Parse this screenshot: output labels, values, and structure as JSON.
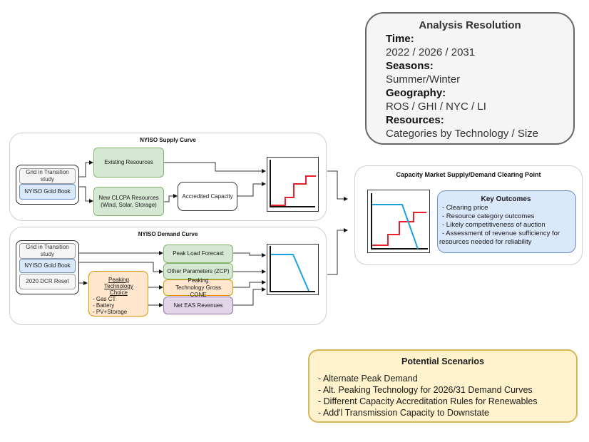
{
  "analysis_resolution": {
    "title": "Analysis Resolution",
    "items": [
      {
        "label": "Time:",
        "value": "2022 / 2026 / 2031"
      },
      {
        "label": "Seasons:",
        "value": "Summer/Winter"
      },
      {
        "label": "Geography:",
        "value": "ROS / GHI / NYC / LI"
      },
      {
        "label": "Resources:",
        "value": "Categories by Technology / Size"
      }
    ]
  },
  "supply_curve": {
    "title": "NYISO Supply Curve",
    "inputs": [
      "Grid in Transition study",
      "NYISO Gold Book"
    ],
    "existing_resources": "Existing Resources",
    "new_resources": "New CLCPA Resources (Wind, Solar, Storage)",
    "accredited_capacity": "Accredited Capacity",
    "curve": {
      "type": "step",
      "color": "#e8202a",
      "description": "upward-stepping supply curve"
    }
  },
  "demand_curve": {
    "title": "NYISO Demand Curve",
    "inputs": [
      "Grid in Transition study",
      "NYISO Gold Book",
      "2020 DCR Reset"
    ],
    "peaking_choice": {
      "title": "Peaking Technology Choice",
      "options": [
        "- Gas CT",
        "- Battery",
        "- PV+Storage"
      ]
    },
    "parameters": [
      "Peak Load Forecast",
      "Other Parameters (ZCP)",
      "Peaking Technology Gross CONE",
      "Net EAS Revenues"
    ],
    "curve": {
      "type": "sloped",
      "color": "#1ba1e2",
      "description": "flat then downward-sloping demand curve"
    }
  },
  "clearing_point": {
    "title": "Capacity Market Supply/Demand Clearing Point",
    "key_outcomes": {
      "title": "Key Outcomes",
      "items": [
        "- Clearing price",
        "- Resource category outcomes",
        "- Likely competitiveness of auction",
        " - Assessment of revenue sufficiency for resources needed for reliability"
      ]
    }
  },
  "potential_scenarios": {
    "title": "Potential Scenarios",
    "items": [
      "- Alternate Peak Demand",
      "- Alt. Peaking Technology for 2026/31 Demand Curves",
      "- Different Capacity Accreditation Rules for Renewables",
      "- Add'l Transmission Capacity to Downstate"
    ]
  },
  "colors": {
    "supply_red": "#e8202a",
    "demand_blue": "#1ba1e2",
    "green_fill": "#d5e8d4",
    "blue_fill": "#dae8fc",
    "orange_fill": "#ffe6cc",
    "purple_fill": "#e1d5e7",
    "scenario_fill": "#fff2cc"
  }
}
